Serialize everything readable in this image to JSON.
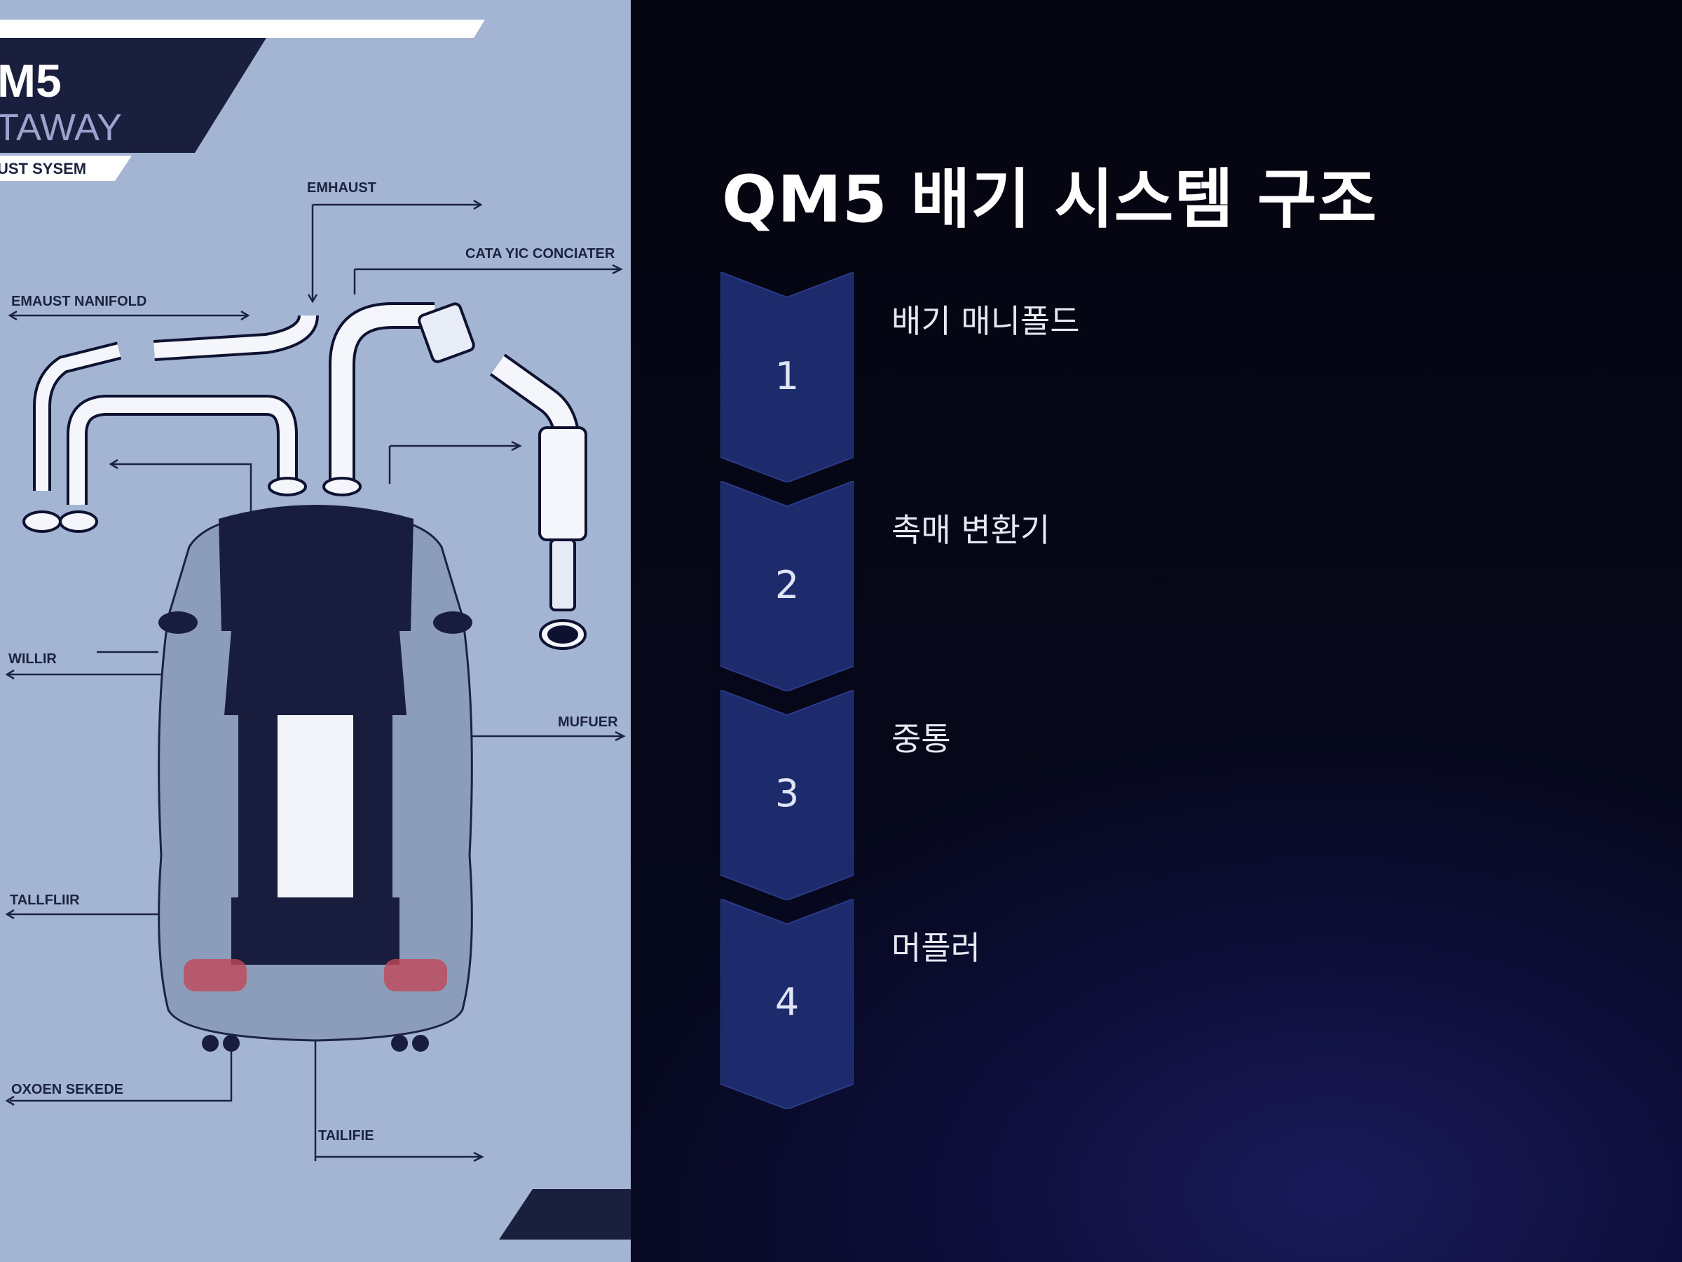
{
  "slide": {
    "title": "QM5 배기 시스템 구조",
    "steps": [
      {
        "number": "1",
        "label": "배기 매니폴드"
      },
      {
        "number": "2",
        "label": "촉매 변환기"
      },
      {
        "number": "3",
        "label": "중통"
      },
      {
        "number": "4",
        "label": "머플러"
      }
    ]
  },
  "diagram": {
    "banner_line1": "M5",
    "banner_line2": "TAWAY",
    "banner_sub": "UST SYSEM",
    "labels": {
      "exhaust": "EMHAUST",
      "catalytic": "CATA YIC CONCIATER",
      "manifold": "EMAUST NANIFOLD",
      "willir": "WILLIR",
      "mufuer": "MUFUER",
      "tailflir": "TALLFLIIR",
      "oxygen": "OXOEN SEKEDE",
      "tailfie": "TAILIFIE"
    }
  },
  "colors": {
    "panel_bg": "#a3b5d2",
    "chevron_fill": "#1d2a6b",
    "slide_bg": "#03040d",
    "diagram_dark": "#191d3d"
  }
}
